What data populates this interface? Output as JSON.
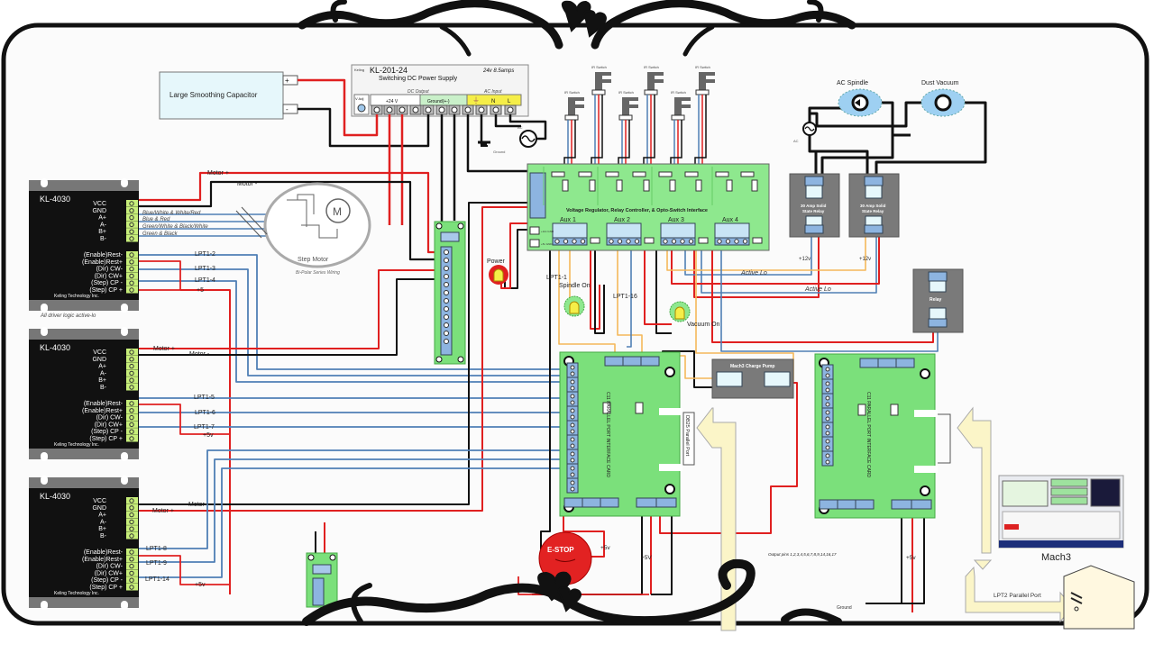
{
  "title": "CNC Stepper Wiring Diagram",
  "colors": {
    "wire_red": "#e02020",
    "wire_black": "#111111",
    "wire_blue": "#4f7fb5",
    "wire_orange": "#f5b85a",
    "board_green": "#7be07b",
    "relay_grey": "#7a7a7a",
    "capacitor_fill": "#e6f7fb",
    "parallel_port_yellow": "#fbf5c8",
    "estop_red": "#e22222",
    "frame_black": "#111111"
  },
  "capacitor": {
    "label": "Large Smoothing Capacitor",
    "pos": "+",
    "neg": "-"
  },
  "power_supply": {
    "brand": "Keling",
    "model": "KL-201-24",
    "name": "Switching DC Power Supply",
    "rating": "24v 8.5amps",
    "vadj": "V Adj",
    "dc_output": "DC Output",
    "ac_input": "AC Input",
    "plus24": "+24 V",
    "ground": "Ground(+-)",
    "n": "N",
    "l": "L",
    "ground_label": "Ground",
    "ac_label": "AC"
  },
  "step_motor": {
    "label": "Step Motor",
    "caption": "Bi-Polar Series Wiring",
    "m": "M"
  },
  "motor_wires": [
    "Blue/White & White/Red",
    "Blue & Red",
    "Green/White & Black/White",
    "Green & Black"
  ],
  "drivers": [
    {
      "model": "KL-4030",
      "maker": "Keling Technology Inc.",
      "power_pins": [
        "VCC",
        "GND",
        "A+",
        "A-",
        "B+",
        "B-"
      ],
      "logic_pins": [
        "(Enable)Rest-",
        "(Enable)Rest+",
        "(Dir) CW-",
        "(Dir) CW+",
        "(Step) CP -",
        "(Step) CP +"
      ],
      "motor_plus": "Motor +",
      "motor_minus": "Motor -",
      "lpt": [
        "LPT1-2",
        "LPT1-3",
        "LPT1-4"
      ],
      "plus5": "+5",
      "note": "All driver logic active-lo"
    },
    {
      "model": "KL-4030",
      "maker": "Keling Technology Inc.",
      "power_pins": [
        "VCC",
        "GND",
        "A+",
        "A-",
        "B+",
        "B-"
      ],
      "logic_pins": [
        "(Enable)Rest-",
        "(Enable)Rest+",
        "(Dir) CW-",
        "(Dir) CW+",
        "(Step) CP -",
        "(Step) CP +"
      ],
      "motor_plus": "Motor +",
      "motor_minus": "Motor -",
      "lpt": [
        "LPT1-5",
        "LPT1-6",
        "LPT1-7"
      ],
      "plus5": "+5v"
    },
    {
      "model": "KL-4030",
      "maker": "Keling Technology Inc.",
      "power_pins": [
        "VCC",
        "GND",
        "A+",
        "A-",
        "B+",
        "B-"
      ],
      "logic_pins": [
        "(Enable)Rest-",
        "(Enable)Rest+",
        "(Dir) CW-",
        "(Dir) CW+",
        "(Step) CP -",
        "(Step) CP +"
      ],
      "motor_plus": "Motor +",
      "motor_minus": "Motor -",
      "lpt": [
        "LPT1-8",
        "LPT1-9",
        "LPT1-14"
      ],
      "plus5": "+5v"
    }
  ],
  "ir_switches": [
    "IR Switch",
    "IR Switch",
    "IR Switch",
    "IR Switch",
    "IR Switch",
    "IR Switch"
  ],
  "interface_board": {
    "title": "Voltage Regulator, Relay Controller, & Opto-Switch Interface",
    "aux": [
      "Aux 1",
      "Aux 2",
      "Aux 3",
      "Aux 4"
    ],
    "v12": "+12v GND",
    "v5": "+5v GND"
  },
  "indicators": {
    "power": "Power",
    "spindle_on": "Spindle On",
    "vacuum_on": "Vacuum On",
    "lpt1_1": "LPT1-1",
    "lpt1_16": "LPT1-16"
  },
  "ac_loads": {
    "spindle": "AC Spindle",
    "vacuum": "Dust Vacuum",
    "ac": "AC"
  },
  "relays": {
    "ssr": "30 Amp Solid State Relay",
    "relay": "Relay",
    "plus12": "+12v",
    "active_lo": "Active Lo"
  },
  "charge_pump": {
    "label": "Mach3 Charge Pump"
  },
  "breakout_boards": [
    {
      "label": "C11 PARALLEL PORT INTERFACE CARD",
      "port": "DB25 Parallel Port",
      "jp": "JP"
    },
    {
      "label": "C11 PARALLEL PORT INTERFACE CARD",
      "port": "",
      "jp": "JP"
    }
  ],
  "estop": {
    "label": "E-STOP",
    "plus5": "+5v"
  },
  "misc": {
    "plus5v": "+5V",
    "plus5v_b": "+5v",
    "output_pins": "Output pins 1,2,3,4,5,6,7,8,9,14,16,17",
    "ground": "Ground",
    "lpt2": "LPT2 Parallel Port",
    "mach3": "Mach3"
  }
}
